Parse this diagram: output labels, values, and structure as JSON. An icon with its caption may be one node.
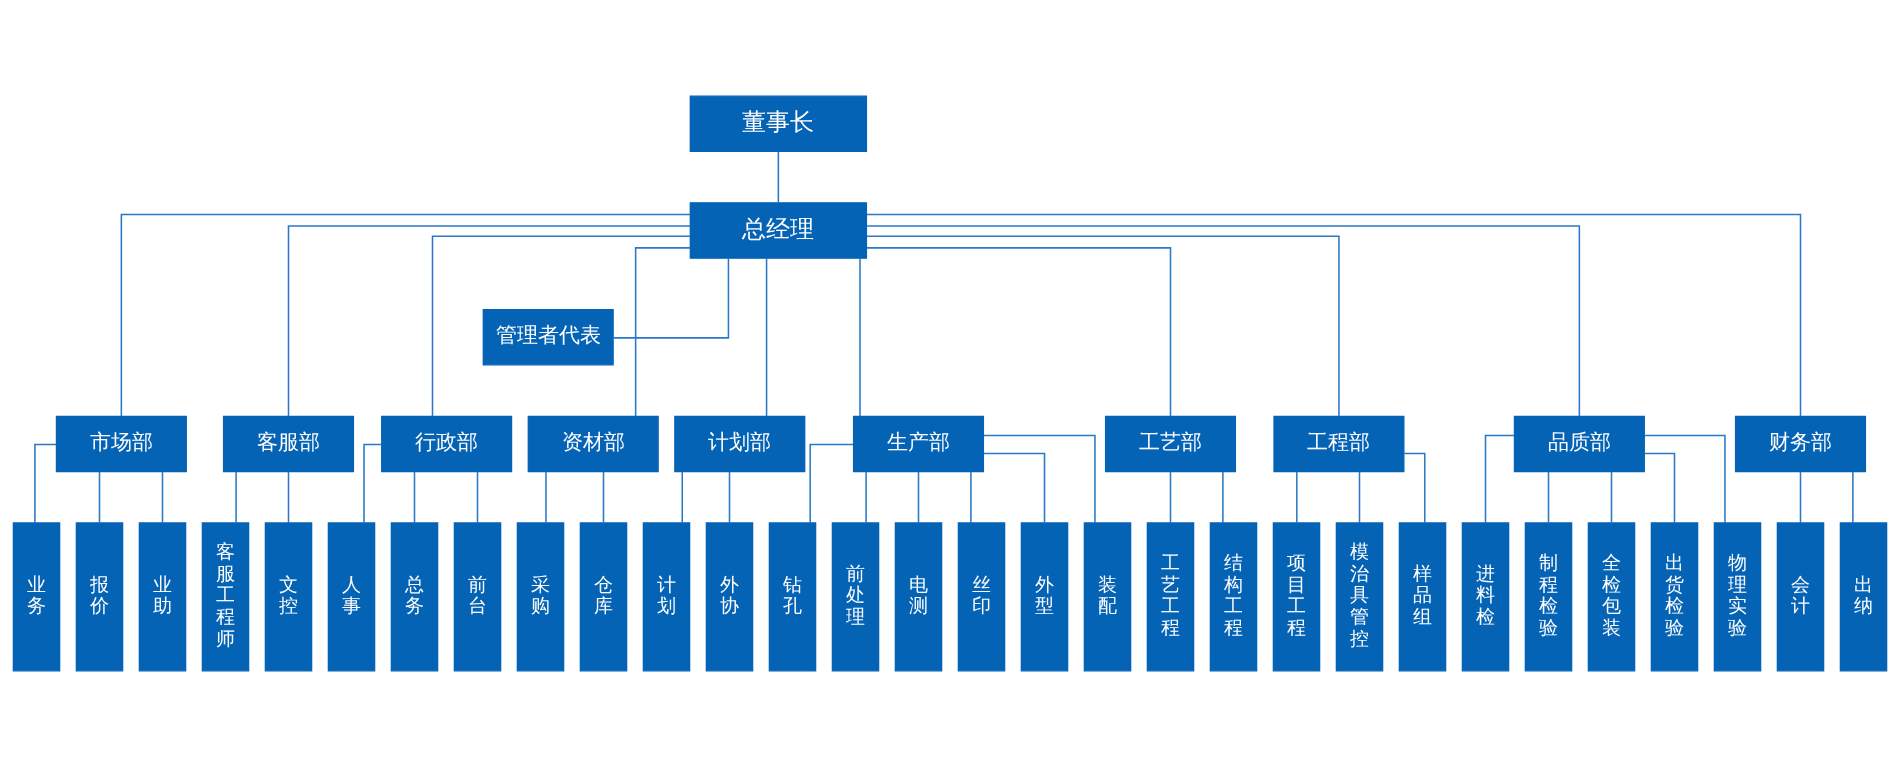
{
  "diagram": {
    "nodes": [
      {
        "text": [
          "董事长"
        ]
      },
      {
        "text": [
          "总经理"
        ]
      },
      {
        "text": [
          "管理者代表"
        ]
      },
      {
        "text": [
          "市场部"
        ]
      },
      {
        "text": [
          "客服部"
        ]
      },
      {
        "text": [
          "行政部"
        ]
      },
      {
        "text": [
          "资材部"
        ]
      },
      {
        "text": [
          "计划部"
        ]
      },
      {
        "text": [
          "生产部"
        ]
      },
      {
        "text": [
          "工艺部"
        ]
      },
      {
        "text": [
          "工程部"
        ]
      },
      {
        "text": [
          "品质部"
        ]
      },
      {
        "text": [
          "财务部"
        ]
      },
      {
        "text": [
          "业务"
        ]
      },
      {
        "text": [
          "报价"
        ]
      },
      {
        "text": [
          "业助"
        ]
      },
      {
        "text": [
          "客服工程师"
        ]
      },
      {
        "text": [
          "文控"
        ]
      },
      {
        "text": [
          "人事"
        ]
      },
      {
        "text": [
          "总务"
        ]
      },
      {
        "text": [
          "前台"
        ]
      },
      {
        "text": [
          "采购"
        ]
      },
      {
        "text": [
          "仓库"
        ]
      },
      {
        "text": [
          "计划"
        ]
      },
      {
        "text": [
          "外协"
        ]
      },
      {
        "text": [
          "钻孔"
        ]
      },
      {
        "text": [
          "前处理"
        ]
      },
      {
        "text": [
          "电测"
        ]
      },
      {
        "text": [
          "丝印"
        ]
      },
      {
        "text": [
          "外型"
        ]
      },
      {
        "text": [
          "装配"
        ]
      },
      {
        "text": [
          "工艺工程"
        ]
      },
      {
        "text": [
          "结构工程"
        ]
      },
      {
        "text": [
          "项目工程"
        ]
      },
      {
        "text": [
          "模治具管控"
        ]
      },
      {
        "text": [
          "样品组"
        ]
      },
      {
        "text": [
          "进料检"
        ]
      },
      {
        "text": [
          "制程检验"
        ]
      },
      {
        "text": [
          "全检包装"
        ]
      },
      {
        "text": [
          "出货检验"
        ]
      },
      {
        "text": [
          "物理实验"
        ]
      },
      {
        "text": [
          "会计"
        ]
      },
      {
        "text": [
          "出纳"
        ]
      }
    ],
    "edges": [
      {
        "from": 0,
        "to": 1,
        "arrow": "none"
      },
      {
        "from": 1,
        "to": 2,
        "arrow": "none"
      },
      {
        "from": 1,
        "to": 3,
        "arrow": "none"
      },
      {
        "from": 1,
        "to": 4,
        "arrow": "none"
      },
      {
        "from": 1,
        "to": 5,
        "arrow": "none"
      },
      {
        "from": 1,
        "to": 6,
        "arrow": "none"
      },
      {
        "from": 1,
        "to": 7,
        "arrow": "none"
      },
      {
        "from": 1,
        "to": 8,
        "arrow": "none"
      },
      {
        "from": 1,
        "to": 9,
        "arrow": "none"
      },
      {
        "from": 1,
        "to": 10,
        "arrow": "none"
      },
      {
        "from": 1,
        "to": 11,
        "arrow": "none"
      },
      {
        "from": 1,
        "to": 12,
        "arrow": "none"
      },
      {
        "from": 3,
        "to": 13,
        "arrow": "none"
      },
      {
        "from": 3,
        "to": 14,
        "arrow": "none"
      },
      {
        "from": 3,
        "to": 15,
        "arrow": "none"
      },
      {
        "from": 4,
        "to": 16,
        "arrow": "none"
      },
      {
        "from": 4,
        "to": 17,
        "arrow": "none"
      },
      {
        "from": 5,
        "to": 18,
        "arrow": "none"
      },
      {
        "from": 5,
        "to": 19,
        "arrow": "none"
      },
      {
        "from": 5,
        "to": 20,
        "arrow": "none"
      },
      {
        "from": 6,
        "to": 21,
        "arrow": "none"
      },
      {
        "from": 6,
        "to": 22,
        "arrow": "none"
      },
      {
        "from": 7,
        "to": 23,
        "arrow": "none"
      },
      {
        "from": 7,
        "to": 24,
        "arrow": "none"
      },
      {
        "from": 8,
        "to": 25,
        "arrow": "none"
      },
      {
        "from": 8,
        "to": 26,
        "arrow": "none"
      },
      {
        "from": 8,
        "to": 27,
        "arrow": "none"
      },
      {
        "from": 8,
        "to": 28,
        "arrow": "none"
      },
      {
        "from": 8,
        "to": 29,
        "arrow": "none"
      },
      {
        "from": 8,
        "to": 30,
        "arrow": "none"
      },
      {
        "from": 9,
        "to": 31,
        "arrow": "none"
      },
      {
        "from": 9,
        "to": 32,
        "arrow": "none"
      },
      {
        "from": 10,
        "to": 33,
        "arrow": "none"
      },
      {
        "from": 10,
        "to": 34,
        "arrow": "none"
      },
      {
        "from": 10,
        "to": 35,
        "arrow": "none"
      },
      {
        "from": 11,
        "to": 36,
        "arrow": "none"
      },
      {
        "from": 11,
        "to": 37,
        "arrow": "none"
      },
      {
        "from": 11,
        "to": 38,
        "arrow": "none"
      },
      {
        "from": 11,
        "to": 39,
        "arrow": "none"
      },
      {
        "from": 11,
        "to": 40,
        "arrow": "none"
      },
      {
        "from": 12,
        "to": 41,
        "arrow": "none"
      },
      {
        "from": 12,
        "to": 42,
        "arrow": "none"
      }
    ]
  }
}
